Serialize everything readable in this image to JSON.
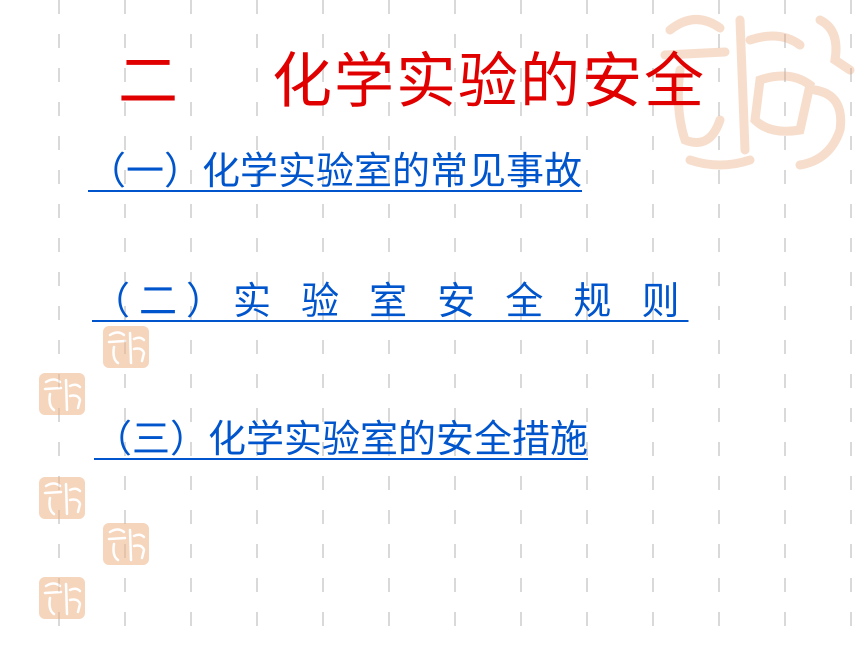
{
  "slide": {
    "title_number": "二",
    "title_text": "化学实验的安全",
    "links": [
      "（一）化学实验室的常见事故",
      "（二）实 验 室 安 全 规 则",
      "（三）化学实验室的安全措施"
    ]
  },
  "colors": {
    "title": "#e00000",
    "link": "#0055cc",
    "seal": "#e8a070"
  },
  "decor": {
    "seal_icon": "auspicious-seal-icon"
  }
}
